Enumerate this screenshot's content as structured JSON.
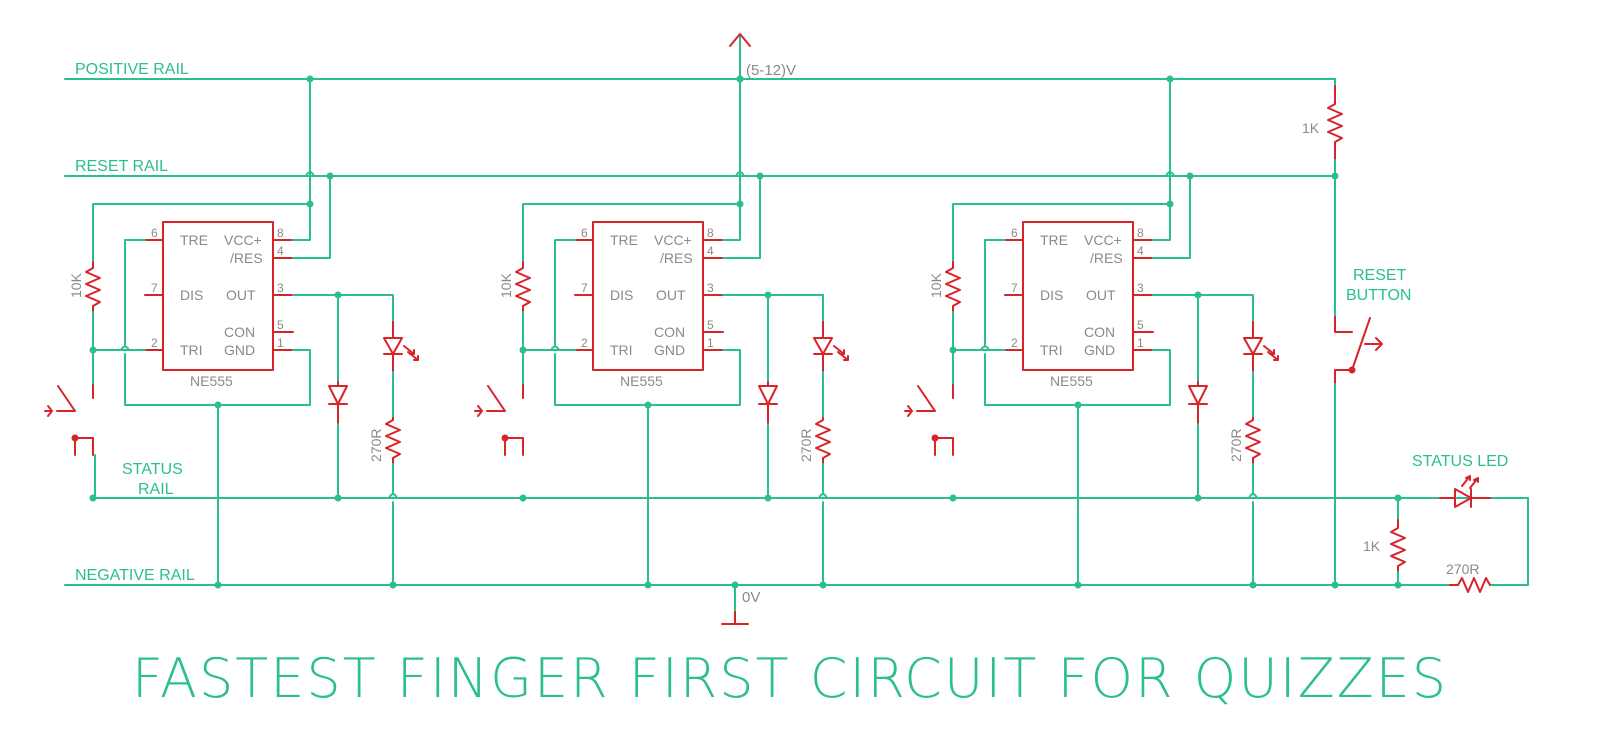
{
  "title": "FASTEST FINGER FIRST CIRCUIT FOR QUIZZES",
  "rails": {
    "positive": "POSITIVE RAIL",
    "reset": "RESET RAIL",
    "status": "STATUS RAIL",
    "negative": "NEGATIVE RAIL"
  },
  "supply": {
    "voltage": "(5-12)V",
    "ground": "0V"
  },
  "chip": {
    "name": "NE555",
    "pins": {
      "tre": "TRE",
      "vcc": "VCC+",
      "res": "/RES",
      "dis": "DIS",
      "out": "OUT",
      "con": "CON",
      "tri": "TRI",
      "gnd": "GND"
    },
    "pin_numbers": {
      "p1": "1",
      "p2": "2",
      "p3": "3",
      "p4": "4",
      "p5": "5",
      "p6": "6",
      "p7": "7",
      "p8": "8"
    }
  },
  "components": {
    "pullup": "10K",
    "led_resistor": "270R",
    "reset_resistor": "1K",
    "status_resistor": "1K",
    "status_led_resistor": "270R"
  },
  "labels": {
    "reset_button_line1": "RESET",
    "reset_button_line2": "BUTTON",
    "status_rail_line1": "STATUS",
    "status_rail_line2": "RAIL",
    "status_led": "STATUS LED"
  },
  "colors": {
    "wire": "#2bbf8c",
    "component": "#d8232a",
    "label": "#8a8a8a"
  }
}
